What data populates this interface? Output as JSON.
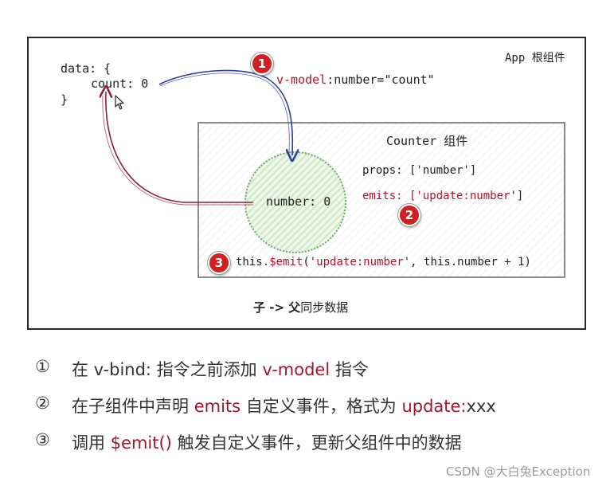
{
  "diagram": {
    "root_label": "App  根组件",
    "data_code": {
      "line1": "data: {",
      "line2": "count: 0",
      "line3": "}"
    },
    "vmodel": {
      "prefix": "v-model",
      "suffix": ":number=\"count\""
    },
    "counter_title": "Counter  组件",
    "props_text": "props: ['number']",
    "emits_code": {
      "prefix": "emits: ['",
      "event": "update:number",
      "suffix": "']"
    },
    "circle_label": "number: 0",
    "emit_code": {
      "prefix": "this.",
      "method": "$emit",
      "open": "('",
      "event": "update:number",
      "rest": "', this.number + 1)"
    },
    "sync_label": {
      "bold": "子 -> 父",
      "rest": "同步数据"
    },
    "badges": [
      "1",
      "2",
      "3"
    ],
    "colors": {
      "arrow_blue": "#2b3f9e",
      "arrow_red": "#8e1c3a",
      "badge_red": "#d21f1f",
      "highlight_red": "#b8112a"
    }
  },
  "notes": [
    {
      "num": "①",
      "parts": [
        "在 v-bind: 指令之前添加 ",
        "v-model",
        " 指令"
      ]
    },
    {
      "num": "②",
      "parts": [
        "在子组件中声明 ",
        "emits",
        " 自定义事件，格式为 ",
        "update:",
        "xxx"
      ]
    },
    {
      "num": "③",
      "parts": [
        "调用 ",
        "$emit()",
        " 触发自定义事件，更新父组件中的数据"
      ]
    }
  ],
  "watermark": "CSDN @大白兔Exception"
}
